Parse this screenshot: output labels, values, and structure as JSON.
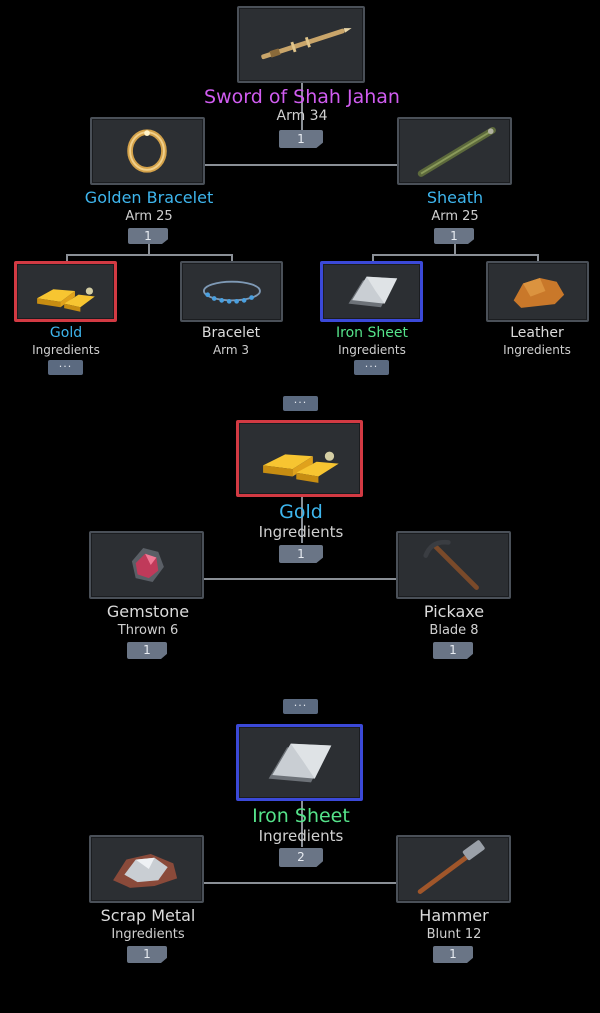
{
  "section1": {
    "root": {
      "name": "Sword of Shah Jahan",
      "stat": "Arm 34",
      "qty": "1",
      "icon": "sword-icon"
    },
    "left": {
      "name": "Golden Bracelet",
      "stat": "Arm 25",
      "qty": "1",
      "icon": "golden-bracelet-icon"
    },
    "right": {
      "name": "Sheath",
      "stat": "Arm 25",
      "qty": "1",
      "icon": "sheath-icon"
    },
    "leaves": [
      {
        "name": "Gold",
        "stat": "Ingredients",
        "more": "···",
        "icon": "gold-bar-icon"
      },
      {
        "name": "Bracelet",
        "stat": "Arm 3",
        "icon": "bracelet-icon"
      },
      {
        "name": "Iron Sheet",
        "stat": "Ingredients",
        "more": "···",
        "icon": "iron-sheet-icon"
      },
      {
        "name": "Leather",
        "stat": "Ingredients",
        "icon": "leather-icon"
      }
    ]
  },
  "section2": {
    "more": "···",
    "root": {
      "name": "Gold",
      "stat": "Ingredients",
      "qty": "1",
      "icon": "gold-bar-icon"
    },
    "left": {
      "name": "Gemstone",
      "stat": "Thrown 6",
      "qty": "1",
      "icon": "gemstone-icon"
    },
    "right": {
      "name": "Pickaxe",
      "stat": "Blade 8",
      "qty": "1",
      "icon": "pickaxe-icon"
    }
  },
  "section3": {
    "more": "···",
    "root": {
      "name": "Iron Sheet",
      "stat": "Ingredients",
      "qty": "2",
      "icon": "iron-sheet-icon"
    },
    "left": {
      "name": "Scrap Metal",
      "stat": "Ingredients",
      "qty": "1",
      "icon": "scrap-metal-icon"
    },
    "right": {
      "name": "Hammer",
      "stat": "Blunt 12",
      "qty": "1",
      "icon": "hammer-icon"
    }
  },
  "colors": {
    "epic": "#d05cf0",
    "rare": "#3eb6ee",
    "uncommon": "#55e38a",
    "common": "#dcdcdc",
    "highlight_red": "#d23a43",
    "highlight_blue": "#3b49d8"
  }
}
